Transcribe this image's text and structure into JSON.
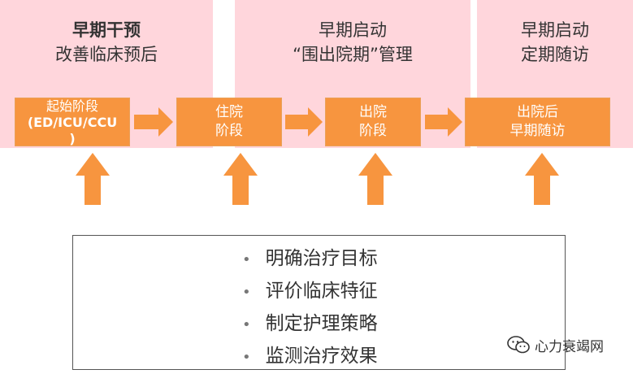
{
  "phases": [
    {
      "lines": [
        "早期干预",
        "改善临床预后"
      ]
    },
    {
      "lines": [
        "早期启动",
        "“围出院期”管理"
      ]
    },
    {
      "lines": [
        "早期启动",
        "定期随访"
      ]
    }
  ],
  "stages": [
    {
      "lines": [
        "起始阶段",
        "(ED/ICU/CCU",
        ")"
      ]
    },
    {
      "lines": [
        "住院",
        "阶段"
      ]
    },
    {
      "lines": [
        "出院",
        "阶段"
      ]
    },
    {
      "lines": [
        "出院后",
        "早期随访"
      ]
    }
  ],
  "tasks": [
    "明确治疗目标",
    "评价临床特征",
    "制定护理策略",
    "监测治疗效果"
  ],
  "watermark": "心力衰竭网",
  "colors": {
    "phase_bg": "#ffd6dc",
    "stage_bg": "#f7953f",
    "arrow": "#f7953f"
  }
}
